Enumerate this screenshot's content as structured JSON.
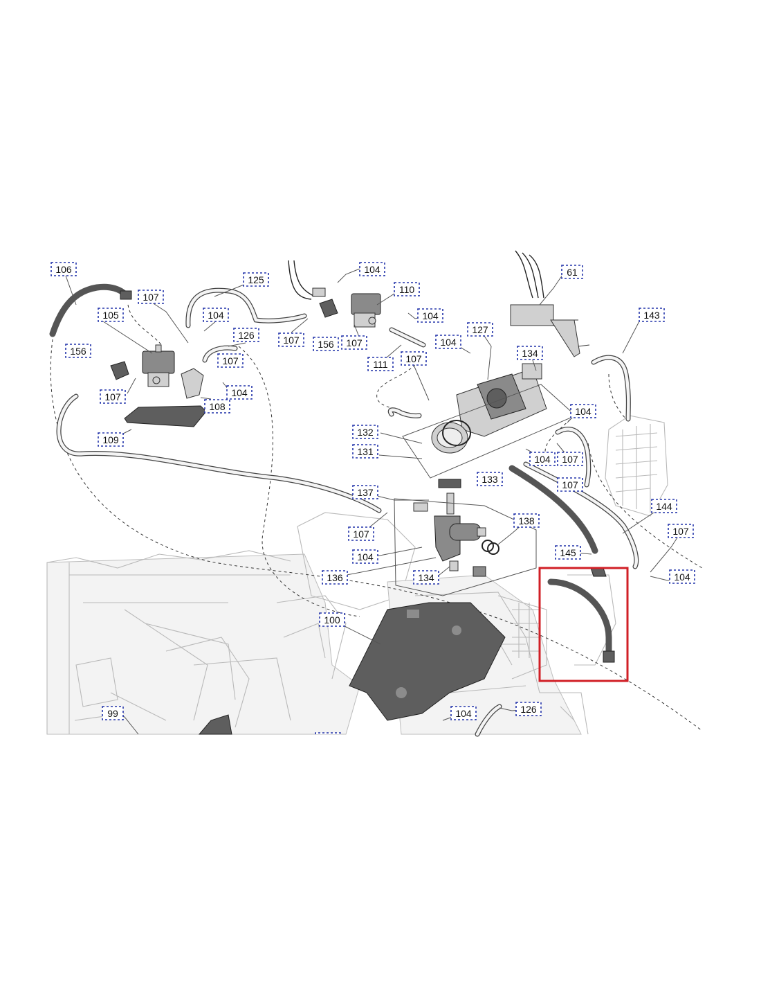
{
  "diagram": {
    "highlight_color": "#d11f26",
    "callout_labels": [
      "106",
      "107",
      "125",
      "104",
      "110",
      "61",
      "105",
      "104",
      "126",
      "107",
      "156",
      "107",
      "104",
      "143",
      "156",
      "107",
      "107",
      "104",
      "108",
      "111",
      "107",
      "127",
      "104",
      "134",
      "109",
      "104",
      "132",
      "131",
      "104",
      "107",
      "133",
      "107",
      "137",
      "144",
      "107",
      "138",
      "107",
      "104",
      "145",
      "136",
      "134",
      "104",
      "100",
      "99",
      "104",
      "126"
    ]
  }
}
